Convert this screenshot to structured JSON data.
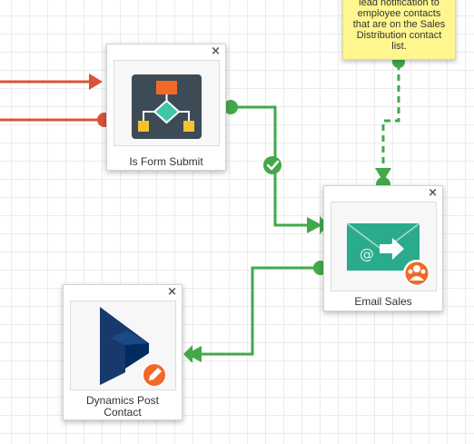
{
  "canvas": {
    "grid": true,
    "colors": {
      "grid_line": "#ececec",
      "connector_red": "#d9533a",
      "connector_green": "#43a84a",
      "sticky_note": "#fff68f"
    }
  },
  "sticky_note": {
    "text": "lead notification to\nemployee contacts\nthat are on the Sales\nDistribution contact\nlist."
  },
  "nodes": [
    {
      "id": "form-submit",
      "label": "Is Form Submit",
      "icon": "flowchart-decision-icon",
      "close_label": "×"
    },
    {
      "id": "email-sales",
      "label": "Email Sales",
      "icon": "email-send-icon",
      "badge": "employee-contacts-badge-icon",
      "close_label": "×"
    },
    {
      "id": "dynamics-post-contact",
      "label": "Dynamics Post\nContact",
      "icon": "dynamics-logo-icon",
      "badge": "edit-pencil-badge-icon",
      "close_label": "×"
    }
  ],
  "connections": [
    {
      "from": "external",
      "to": "form-submit",
      "color": "red"
    },
    {
      "from": "external",
      "to": "form-submit",
      "color": "red"
    },
    {
      "from": "form-submit",
      "to": "email-sales",
      "color": "green",
      "condition": "yes"
    },
    {
      "from": "sticky-note",
      "to": "email-sales",
      "color": "green",
      "style": "dashed"
    },
    {
      "from": "email-sales",
      "to": "dynamics-post-contact",
      "color": "green"
    }
  ]
}
